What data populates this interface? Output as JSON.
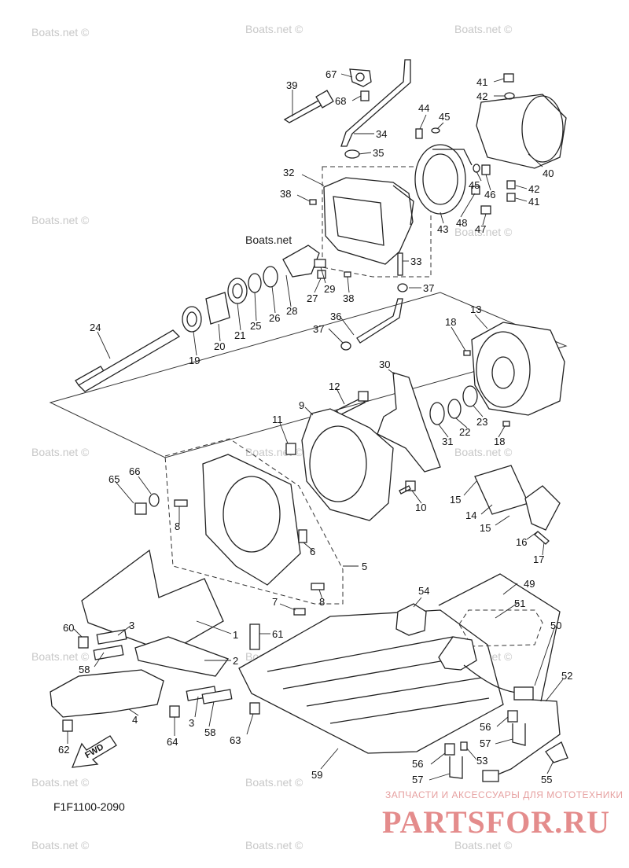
{
  "watermarks": [
    "Boats.net ©",
    "Boats.net ©",
    "Boats.net ©",
    "Boats.net ©",
    "Boats.net ©",
    "Boats.net ©",
    "Boats.net ©",
    "Boats.net ©",
    "Boats.net ©",
    "Boats.net ©",
    "Boats.net ©",
    "Boats.net",
    "Boats.net ©",
    "Boats.net ©",
    "Boats.net ©",
    "Boats.net ©",
    "Boats.net ©"
  ],
  "diagram_code": "F1F1100-2090",
  "fwd_label": "FWD",
  "brand": {
    "caption": "ЗАПЧАСТИ И АКСЕССУАРЫ ДЛЯ МОТОТЕХНИКИ",
    "logo": "PARTSFOR.RU"
  },
  "callouts": [
    "67",
    "68",
    "39",
    "34",
    "35",
    "32",
    "38",
    "41",
    "42",
    "44",
    "45",
    "40",
    "45",
    "46",
    "42",
    "41",
    "48",
    "47",
    "43",
    "33",
    "38",
    "29",
    "27",
    "28",
    "26",
    "25",
    "21",
    "20",
    "19",
    "24",
    "37",
    "36",
    "37",
    "18",
    "13",
    "30",
    "12",
    "9",
    "11",
    "31",
    "22",
    "23",
    "18",
    "66",
    "65",
    "8",
    "10",
    "15",
    "14",
    "15",
    "16",
    "17",
    "6",
    "5",
    "8",
    "7",
    "54",
    "49",
    "51",
    "50",
    "60",
    "3",
    "1",
    "61",
    "2",
    "58",
    "4",
    "3",
    "58",
    "52",
    "64",
    "63",
    "56",
    "57",
    "62",
    "53",
    "56",
    "57",
    "55",
    "59"
  ]
}
